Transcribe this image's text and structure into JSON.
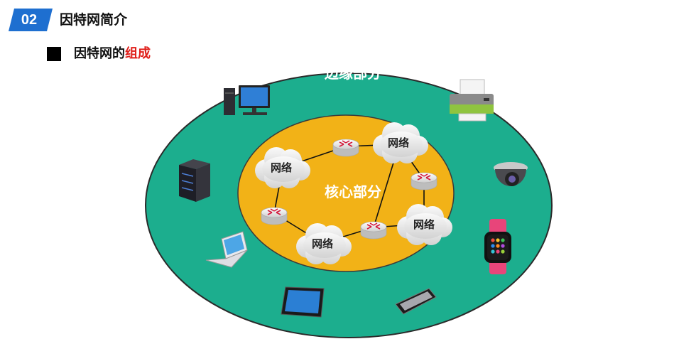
{
  "section": {
    "number": "02",
    "title": "因特网简介"
  },
  "subtitle": {
    "prefix": "因特网的",
    "highlight": "组成"
  },
  "diagram": {
    "edge_label": "边缘部分",
    "core_label": "核心部分",
    "network_labels": [
      "网络",
      "网络",
      "网络",
      "网络"
    ],
    "colors": {
      "edge": "#1cae8e",
      "core": "#f2b217",
      "badge": "#1e6fd0",
      "highlight": "#e0201b"
    },
    "edge_devices": [
      "desktop-computer-icon",
      "printer-icon",
      "server-icon",
      "security-camera-icon",
      "laptop-icon",
      "smartwatch-icon",
      "tablet-icon",
      "smartphone-icon"
    ]
  }
}
